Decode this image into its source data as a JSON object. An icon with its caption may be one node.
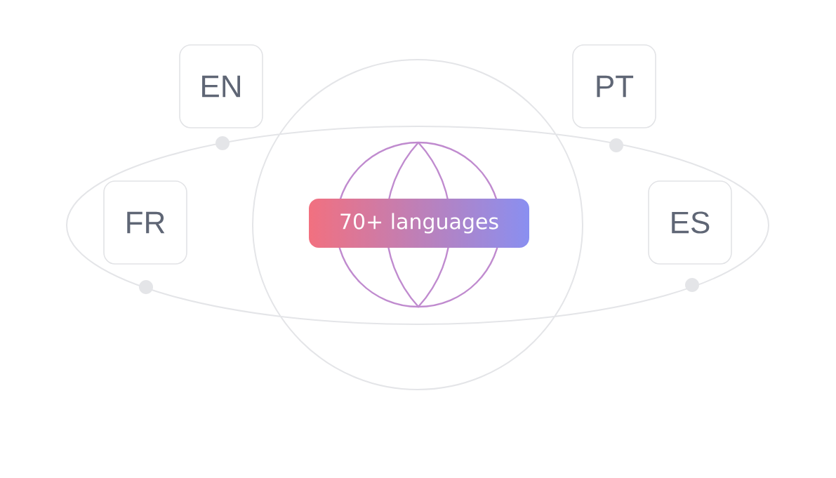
{
  "diagram": {
    "nodes": [
      {
        "text": [
          "EN"
        ]
      },
      {
        "text": [
          "PT"
        ]
      },
      {
        "text": [
          "FR"
        ]
      },
      {
        "text": [
          "70+ languages"
        ]
      },
      {
        "text": [
          "ES"
        ]
      }
    ]
  }
}
